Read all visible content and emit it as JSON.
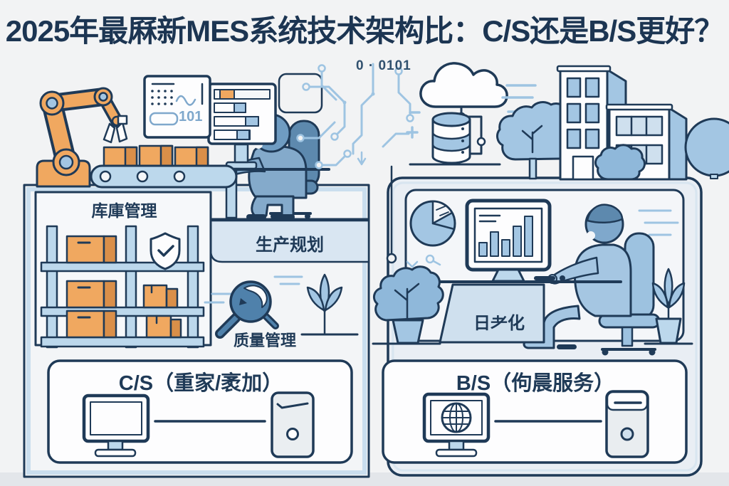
{
  "title": "2025年最厤新MES系统技术架构比：C/S还是B/S更好？",
  "modules": {
    "inventory_label": "库庫管理",
    "production_label": "生产规划",
    "quality_label": "质量管理",
    "visualization_label": "日耂化"
  },
  "architectures": {
    "cs_label": "C/S（重家/袤加）",
    "bs_label": "B/S（佝晨服务）"
  },
  "decor": {
    "binary_text": "0 · 0101",
    "screen_number": "101"
  },
  "colors": {
    "outline_navy": "#1f3a57",
    "title_navy": "#1c3552",
    "blue_mid": "#a3c6e3",
    "blue_soft": "#bcd8ec",
    "blue_pale": "#d9e6f2",
    "accent_orange": "#f0a860",
    "background": "#f2f3f4"
  }
}
